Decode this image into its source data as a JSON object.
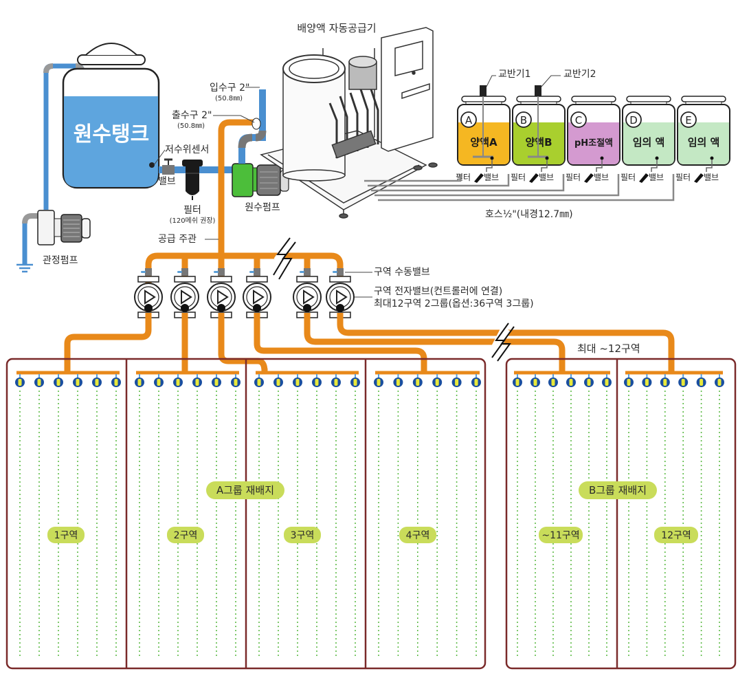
{
  "title": "배양액 자동공급기",
  "colors": {
    "water_pipe": "#4a8fd0",
    "supply_pipe": "#e8891a",
    "tank_water": "#5ea5de",
    "zone_border": "#7a2a2a",
    "drip_line": "#5dbb46",
    "label_bg": "#c9dc5a",
    "pump_green": "#4cbe3a",
    "emitter_blue": "#1a4fa0",
    "emitter_yellow": "#e8e83a"
  },
  "source": {
    "tank_label": "원수탱크",
    "level_sensor": "저수위센서",
    "valve": "밸브",
    "filter": "필터",
    "filter_note": "(120메쉬 권장)",
    "raw_pump": "원수펌프",
    "well_pump": "관정펌프",
    "inlet": "입수구 2\"",
    "inlet_size": "(50.8㎜)",
    "outlet": "출수구 2\"",
    "outlet_size": "(50.8㎜)",
    "main_pipe": "공급 주관"
  },
  "stock_tanks": [
    {
      "letter": "A",
      "label": "양액A",
      "color": "#f5b722",
      "has_mixer": true
    },
    {
      "letter": "B",
      "label": "양액B",
      "color": "#a9cf2e",
      "has_mixer": true
    },
    {
      "letter": "C",
      "label": "pH조절액",
      "color": "#d49ad0",
      "has_mixer": false
    },
    {
      "letter": "D",
      "label": "임의 액",
      "color": "#c4e8c4",
      "has_mixer": false
    },
    {
      "letter": "E",
      "label": "임의 액",
      "color": "#c4e8c4",
      "has_mixer": false
    }
  ],
  "mixers": [
    "교반기1",
    "교반기2"
  ],
  "tank_fittings": {
    "filter": "필터",
    "valve": "밸브"
  },
  "hose": "호스½\"(내경12.7㎜)",
  "valves": {
    "manual": "구역 수동밸브",
    "solenoid_line1": "구역 전자밸브(컨트롤러에 연결)",
    "solenoid_line2": "최대12구역 2그룹(옵션:36구역 3그룹)"
  },
  "max_zones": "최대 ~12구역",
  "groups": [
    {
      "label": "A그룹 재배지",
      "zones": [
        "1구역",
        "2구역",
        "3구역",
        "4구역"
      ]
    },
    {
      "label": "B그룹 재배지",
      "zones": [
        "~11구역",
        "12구역"
      ]
    }
  ]
}
